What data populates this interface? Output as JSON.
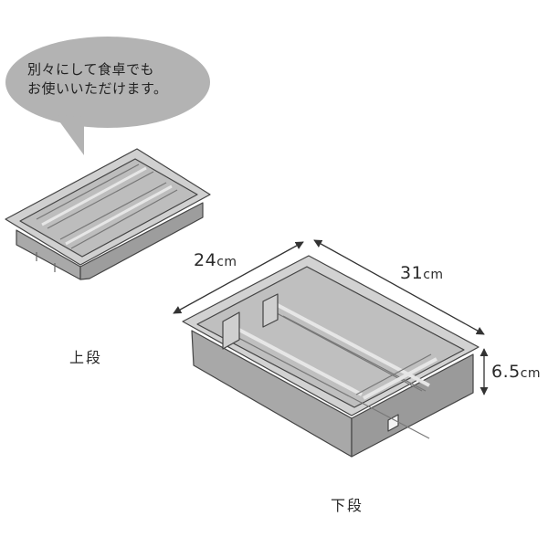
{
  "bubble": {
    "line1": "別々にして食卓でも",
    "line2": "お使いいただけます。"
  },
  "dimensions": {
    "width": {
      "value": "24",
      "unit": "cm"
    },
    "length": {
      "value": "31",
      "unit": "cm"
    },
    "height": {
      "value": "6.5",
      "unit": "cm"
    }
  },
  "labels": {
    "upper": "上段",
    "lower": "下段"
  },
  "colors": {
    "bubble": "#b3b3b3",
    "tray_fill": "#bdbdbd",
    "tray_dark": "#8e8e8e",
    "tray_light": "#e2e2e2",
    "outline": "#444444"
  }
}
